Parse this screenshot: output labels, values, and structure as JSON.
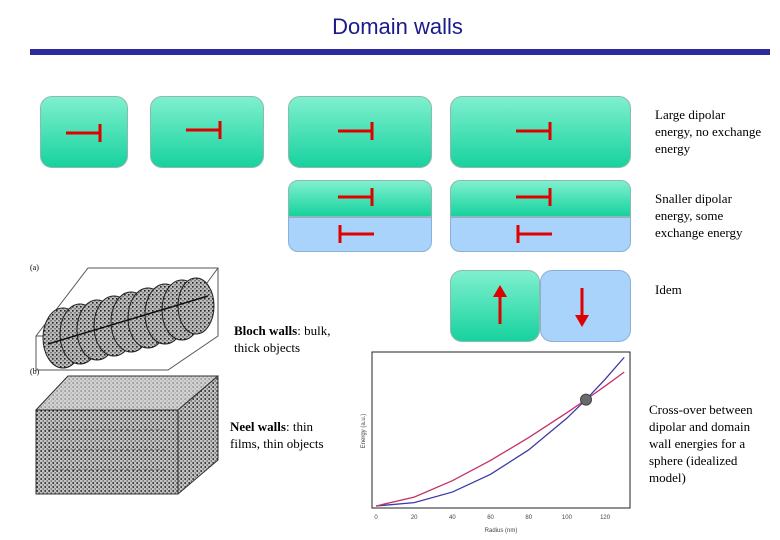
{
  "title": "Domain walls",
  "colors": {
    "title": "#1a1a8c",
    "rule": "#2b2b9e",
    "green": "#17d29e",
    "blue": "#a9d3fb",
    "arrow": "#e00000"
  },
  "notes": {
    "large": "Large dipolar energy, no exchange energy",
    "smaller": "Snaller dipolar energy, some exchange energy",
    "idem": "Idem",
    "bloch_term": "Bloch walls",
    "bloch_rest": ": bulk, thick objects",
    "neel_term": "Neel walls",
    "neel_rest": ": thin films, thin objects",
    "crossover": "Cross-over between dipolar and domain wall energies for a sphere (idealized model)"
  },
  "figure_labels": {
    "a": "(a)",
    "b": "(b)"
  },
  "chart_data": {
    "type": "line",
    "xlabel": "Radius (nm)",
    "ylabel": "Energy (a.u.)",
    "x_ticks": [
      0,
      20,
      40,
      60,
      80,
      100,
      120
    ],
    "xlim": [
      0,
      132
    ],
    "series": [
      {
        "color": "#3a3aa8",
        "x": [
          0,
          20,
          40,
          60,
          80,
          100,
          110,
          120,
          130
        ],
        "y": [
          0,
          0.8,
          3.3,
          7.5,
          13.3,
          20.8,
          25.2,
          30,
          35.2
        ]
      },
      {
        "color": "#c4306a",
        "x": [
          0,
          20,
          40,
          60,
          80,
          100,
          110,
          120,
          130
        ],
        "y": [
          0,
          2.1,
          6,
          10.8,
          16.2,
          22.1,
          25.2,
          28.4,
          31.7
        ]
      }
    ],
    "crossover": {
      "x": 110,
      "y": 25.2
    }
  }
}
